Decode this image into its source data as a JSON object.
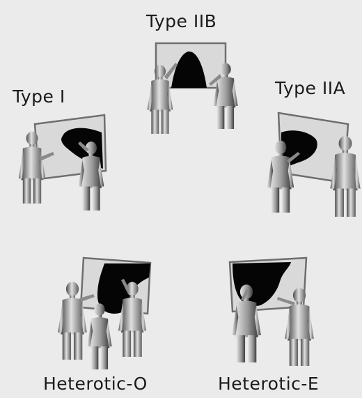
{
  "diagram": {
    "panels": [
      {
        "label": "Type IIB"
      },
      {
        "label": "Type I"
      },
      {
        "label": "Type IIA"
      },
      {
        "label": "Heterotic-O"
      },
      {
        "label": "Heterotic-E"
      }
    ]
  },
  "colors": {
    "background": "#ebebeb",
    "board_frame": "#6e6e6e",
    "blob": "#050505",
    "figure_light": "#e0e0e0",
    "figure_dark": "#4a4a4a",
    "text": "#1a1a1a"
  }
}
